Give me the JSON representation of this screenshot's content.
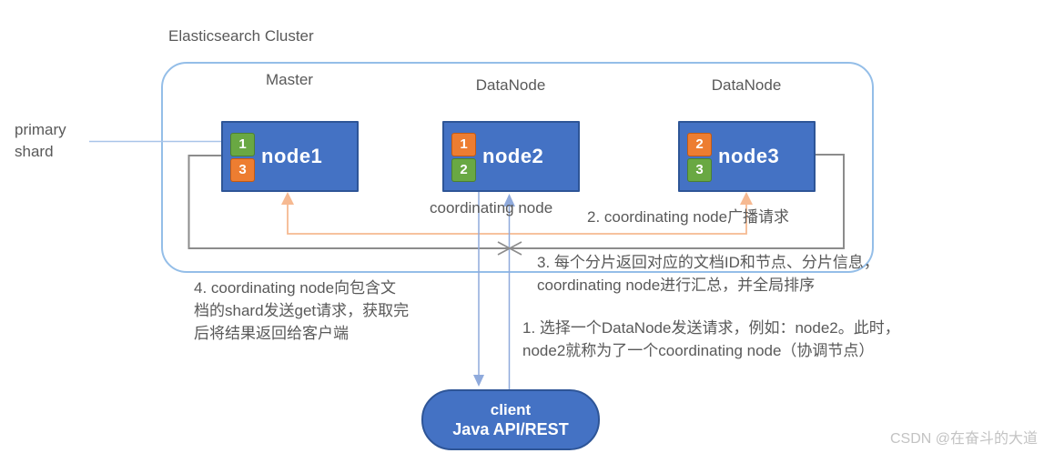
{
  "title": "Elasticsearch Cluster",
  "primary_shard_label": "primary\nshard",
  "cluster": {
    "nodes": [
      {
        "role": "Master",
        "name": "node1",
        "shards": [
          {
            "label": "1",
            "fill": "#69A843",
            "border": "#4C8030"
          },
          {
            "label": "3",
            "fill": "#ED7D31",
            "border": "#C55A11"
          }
        ]
      },
      {
        "role": "DataNode",
        "name": "node2",
        "shards": [
          {
            "label": "1",
            "fill": "#ED7D31",
            "border": "#C55A11"
          },
          {
            "label": "2",
            "fill": "#69A843",
            "border": "#4C8030"
          }
        ]
      },
      {
        "role": "DataNode",
        "name": "node3",
        "shards": [
          {
            "label": "2",
            "fill": "#ED7D31",
            "border": "#C55A11"
          },
          {
            "label": "3",
            "fill": "#69A843",
            "border": "#4C8030"
          }
        ]
      }
    ]
  },
  "annotations": {
    "coordinating_node": "coordinating node",
    "step1": "1. 选择一个DataNode发送请求，例如：node2。此时，\nnode2就称为了一个coordinating node（协调节点）",
    "step2": "2. coordinating node广播请求",
    "step3": "3. 每个分片返回对应的文档ID和节点、分片信息，\ncoordinating node进行汇总，并全局排序",
    "step4": "4. coordinating node向包含文\n档的shard发送get请求，获取完\n后将结果返回给客户端"
  },
  "client": {
    "line1": "client",
    "line2": "Java API/REST"
  },
  "watermark": "CSDN @在奋斗的大道",
  "colors": {
    "node_fill": "#4472C4",
    "node_border": "#2E5597",
    "cluster_border": "#94BEE8",
    "client_fill": "#4472C4",
    "client_border": "#2E5597",
    "line_gray": "#8C8C8C",
    "line_orange": "#F6B991",
    "line_blue": "#8FAADC",
    "line_primary": "#A9C4E9",
    "text": "#595959",
    "watermark": "#C3C3C3"
  }
}
